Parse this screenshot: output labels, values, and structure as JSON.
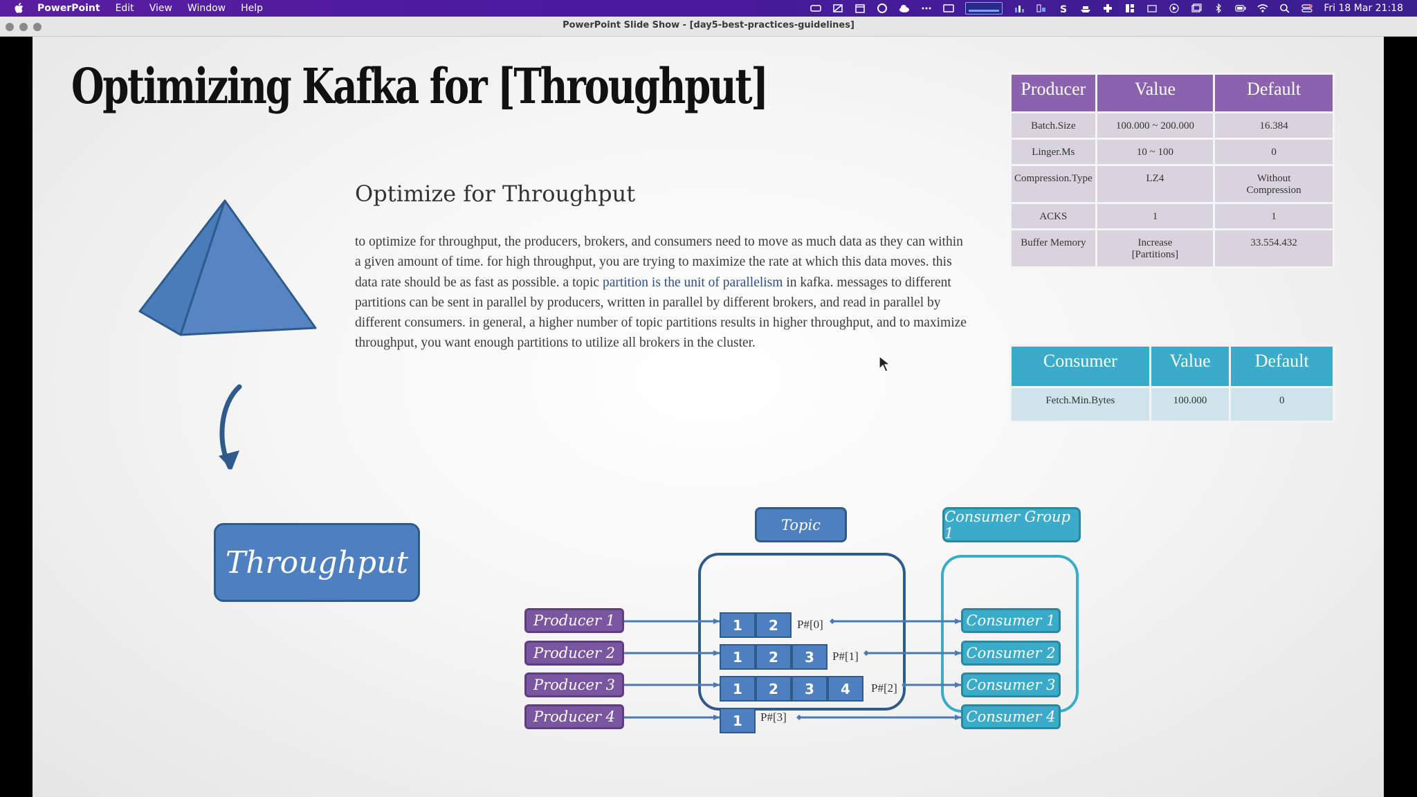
{
  "menubar": {
    "app": "PowerPoint",
    "items": [
      "Edit",
      "View",
      "Window",
      "Help"
    ],
    "clock": "Fri 18 Mar  21:18"
  },
  "window": {
    "title": "PowerPoint Slide Show - [day5-best-practices-guidelines]"
  },
  "slide": {
    "title": "Optimizing Kafka for [Throughput]",
    "heading": "Optimize for Throughput",
    "paragraph_before": "to optimize for throughput, the producers, brokers, and consumers need to move as much data as they can within a given amount of time. for high throughput, you are trying to maximize the rate at which this data moves. this data rate should be as fast as possible. a topic ",
    "paragraph_highlight": "partition is the unit of parallelism",
    "paragraph_after": " in kafka. messages to different partitions can be sent in parallel by producers, written in parallel by different brokers, and read in parallel by different consumers. in general, a higher number of topic partitions results in higher throughput, and to maximize throughput, you want enough partitions to utilize all brokers in the cluster.",
    "throughput_label": "Throughput",
    "producer_table": {
      "headers": [
        "Producer",
        "Value",
        "Default"
      ],
      "rows": [
        [
          "Batch.Size",
          "100.000 ~ 200.000",
          "16.384"
        ],
        [
          "Linger.Ms",
          "10 ~ 100",
          "0"
        ],
        [
          "Compression.Type",
          "LZ4",
          "Without Compression"
        ],
        [
          "ACKS",
          "1",
          "1"
        ],
        [
          "Buffer Memory",
          "Increase [Partitions]",
          "33.554.432"
        ]
      ]
    },
    "consumer_table": {
      "headers": [
        "Consumer",
        "Value",
        "Default"
      ],
      "rows": [
        [
          "Fetch.Min.Bytes",
          "100.000",
          "0"
        ]
      ]
    },
    "diagram": {
      "topic_label": "Topic",
      "consumer_group_label": "Consumer Group 1",
      "producers": [
        "Producer 1",
        "Producer 2",
        "Producer 3",
        "Producer 4"
      ],
      "consumers": [
        "Consumer 1",
        "Consumer 2",
        "Consumer 3",
        "Consumer 4"
      ],
      "partitions": [
        {
          "label": "P#[0]",
          "cells": [
            "1",
            "2"
          ]
        },
        {
          "label": "P#[1]",
          "cells": [
            "1",
            "2",
            "3"
          ]
        },
        {
          "label": "P#[2]",
          "cells": [
            "1",
            "2",
            "3",
            "4"
          ]
        },
        {
          "label": "P#[3]",
          "cells": [
            "1"
          ]
        }
      ]
    }
  },
  "colors": {
    "producer": "#7a55a0",
    "topic": "#4e7fbf",
    "consumer": "#3aabc8",
    "menubar": "#4a1a9e"
  },
  "icons": [
    "apple-icon",
    "wifi-icon",
    "search-icon",
    "bluetooth-icon",
    "battery-icon",
    "control-center-icon",
    "mouse-cursor-icon"
  ]
}
